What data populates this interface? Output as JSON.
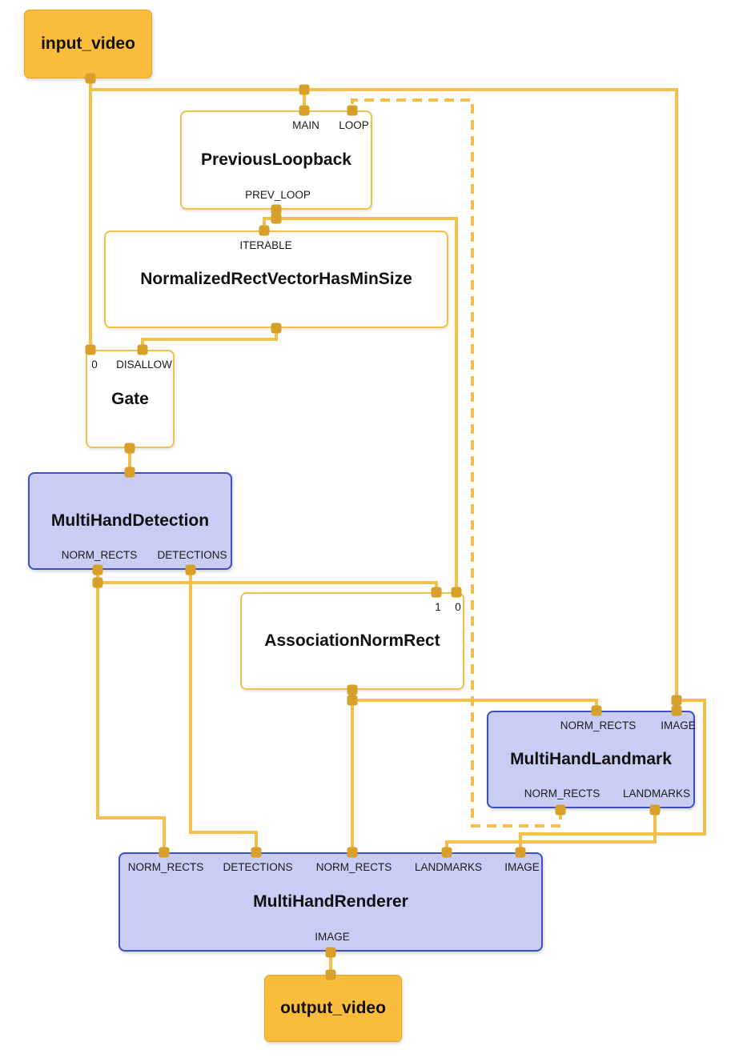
{
  "title": "MediaPipe multi-hand tracking graph",
  "colors": {
    "edge": "#F2C04A",
    "port": "#D7A02A",
    "io_fill": "#F9BC3D",
    "io_border": "#E2A42E",
    "highlight_fill": "#C9CDF4",
    "highlight_border": "#3E51C1"
  },
  "nodes": {
    "input_video": {
      "title": "input_video"
    },
    "previous_loopback": {
      "title": "PreviousLoopback",
      "port_main": "MAIN",
      "port_loop": "LOOP",
      "port_prev_loop": "PREV_LOOP"
    },
    "normalized_rect_vector_has_min_size": {
      "title": "NormalizedRectVectorHasMinSize",
      "port_iterable": "ITERABLE"
    },
    "gate": {
      "title": "Gate",
      "port_0": "0",
      "port_disallow": "DISALLOW"
    },
    "multi_hand_detection": {
      "title": "MultiHandDetection",
      "port_norm_rects": "NORM_RECTS",
      "port_detections": "DETECTIONS"
    },
    "association_norm_rect": {
      "title": "AssociationNormRect",
      "port_1": "1",
      "port_0": "0"
    },
    "multi_hand_landmark": {
      "title": "MultiHandLandmark",
      "port_norm_rects_in": "NORM_RECTS",
      "port_image": "IMAGE",
      "port_norm_rects_out": "NORM_RECTS",
      "port_landmarks": "LANDMARKS"
    },
    "multi_hand_renderer": {
      "title": "MultiHandRenderer",
      "port_norm_rects_1": "NORM_RECTS",
      "port_detections": "DETECTIONS",
      "port_norm_rects_2": "NORM_RECTS",
      "port_landmarks": "LANDMARKS",
      "port_image_in": "IMAGE",
      "port_image_out": "IMAGE"
    },
    "output_video": {
      "title": "output_video"
    }
  },
  "edges": [
    {
      "id": "e_input_to_main",
      "from": "input_video",
      "to": "PreviousLoopback.MAIN",
      "style": "solid"
    },
    {
      "id": "e_input_to_gate0",
      "from": "input_video",
      "to": "Gate.0",
      "style": "solid"
    },
    {
      "id": "e_input_to_mhl_image",
      "from": "input_video",
      "to": "MultiHandLandmark.IMAGE",
      "style": "solid"
    },
    {
      "id": "e_input_to_mhr_image",
      "from": "input_video",
      "to": "MultiHandRenderer.IMAGE",
      "style": "solid"
    },
    {
      "id": "e_prev_to_iterable",
      "from": "PreviousLoopback.PREV_LOOP",
      "to": "NormalizedRectVectorHasMinSize.ITERABLE",
      "style": "solid"
    },
    {
      "id": "e_prev_to_anr0",
      "from": "PreviousLoopback.PREV_LOOP",
      "to": "AssociationNormRect.0",
      "style": "solid"
    },
    {
      "id": "e_nrv_to_disallow",
      "from": "NormalizedRectVectorHasMinSize",
      "to": "Gate.DISALLOW",
      "style": "solid"
    },
    {
      "id": "e_gate_to_mhd",
      "from": "Gate",
      "to": "MultiHandDetection",
      "style": "solid"
    },
    {
      "id": "e_mhdnr_to_anr1",
      "from": "MultiHandDetection.NORM_RECTS",
      "to": "AssociationNormRect.1",
      "style": "solid"
    },
    {
      "id": "e_mhdnr_to_mhr",
      "from": "MultiHandDetection.NORM_RECTS",
      "to": "MultiHandRenderer.NORM_RECTS",
      "style": "solid"
    },
    {
      "id": "e_mhddet_to_mhr",
      "from": "MultiHandDetection.DETECTIONS",
      "to": "MultiHandRenderer.DETECTIONS",
      "style": "solid"
    },
    {
      "id": "e_anr_to_mhl",
      "from": "AssociationNormRect",
      "to": "MultiHandLandmark.NORM_RECTS",
      "style": "solid"
    },
    {
      "id": "e_anr_to_mhr",
      "from": "AssociationNormRect",
      "to": "MultiHandRenderer.NORM_RECTS",
      "style": "solid"
    },
    {
      "id": "e_mhllm_to_mhr",
      "from": "MultiHandLandmark.LANDMARKS",
      "to": "MultiHandRenderer.LANDMARKS",
      "style": "solid"
    },
    {
      "id": "e_mhr_to_output",
      "from": "MultiHandRenderer.IMAGE",
      "to": "output_video",
      "style": "solid"
    },
    {
      "id": "e_mhlnr_to_loop",
      "from": "MultiHandLandmark.NORM_RECTS",
      "to": "PreviousLoopback.LOOP",
      "style": "dashed"
    }
  ]
}
